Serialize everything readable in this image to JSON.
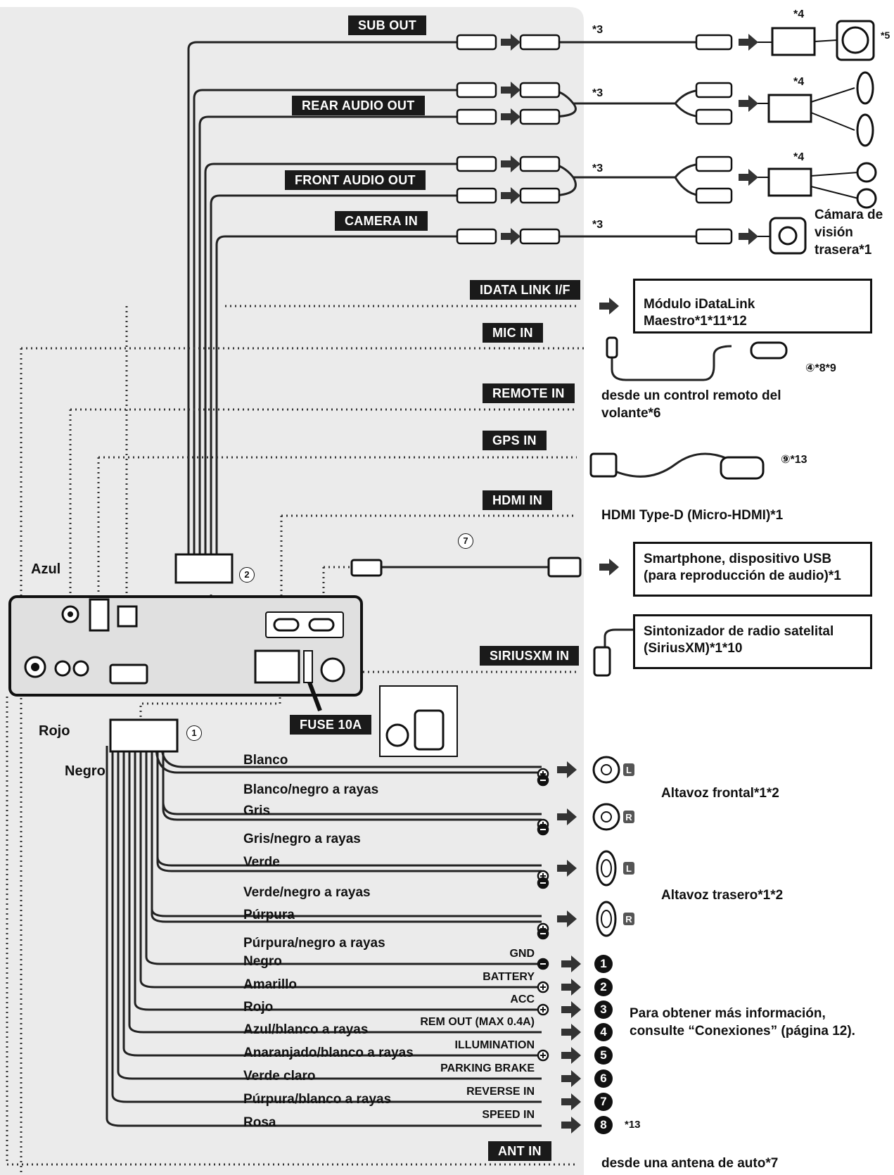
{
  "tags": {
    "sub_out": "SUB OUT",
    "rear_audio_out": "REAR AUDIO OUT",
    "front_audio_out": "FRONT AUDIO OUT",
    "camera_in": "CAMERA IN",
    "idata_link": "IDATA LINK I/F",
    "mic_in": "MIC IN",
    "remote_in": "REMOTE IN",
    "gps_in": "GPS IN",
    "hdmi_in": "HDMI IN",
    "siriusxm_in": "SIRIUSXM IN",
    "fuse": "FUSE 10A",
    "ant_in": "ANT IN"
  },
  "notes": {
    "n3": "*3",
    "n4": "*4",
    "n5": "*5",
    "n13": "*13"
  },
  "devices": {
    "camera": "Cámara de visión trasera*1",
    "idatalink": "Módulo iDataLink Maestro*1*11*12",
    "mic_ref": "④*8*9",
    "steering": "desde un control remoto del volante*6",
    "gps_ref": "⑨*13",
    "hdmi": "HDMI Type-D (Micro-HDMI)*1",
    "usb": "Smartphone, dispositivo USB (para reproducción de audio)*1",
    "sirius": "Sintonizador de radio satelital (SiriusXM)*1*10",
    "antenna": "desde una antena de auto*7"
  },
  "unit_labels": {
    "azul": "Azul",
    "rojo": "Rojo",
    "negro": "Negro",
    "ref1": "1",
    "ref2": "2",
    "ref7": "7"
  },
  "speaker_wires": [
    {
      "name": "Blanco",
      "pol": "+"
    },
    {
      "name": "Blanco/negro a rayas",
      "pol": "−"
    },
    {
      "name": "Gris",
      "pol": "+"
    },
    {
      "name": "Gris/negro a rayas",
      "pol": "−"
    },
    {
      "name": "Verde",
      "pol": "+"
    },
    {
      "name": "Verde/negro a rayas",
      "pol": "−"
    },
    {
      "name": "Púrpura",
      "pol": "+"
    },
    {
      "name": "Púrpura/negro a rayas",
      "pol": "−"
    }
  ],
  "speakers": {
    "front": "Altavoz frontal*1*2",
    "rear": "Altavoz trasero*1*2",
    "L": "L",
    "R": "R"
  },
  "power_wires": [
    {
      "name": "Negro",
      "signal": "GND",
      "num": "1"
    },
    {
      "name": "Amarillo",
      "signal": "BATTERY",
      "num": "2"
    },
    {
      "name": "Rojo",
      "signal": "ACC",
      "num": "3"
    },
    {
      "name": "Azul/blanco a rayas",
      "signal": "REM OUT (MAX 0.4A)",
      "num": "4"
    },
    {
      "name": "Anaranjado/blanco a rayas",
      "signal": "ILLUMINATION",
      "num": "5"
    },
    {
      "name": "Verde claro",
      "signal": "PARKING BRAKE",
      "num": "6"
    },
    {
      "name": "Púrpura/blanco a rayas",
      "signal": "REVERSE IN",
      "num": "7"
    },
    {
      "name": "Rosa",
      "signal": "SPEED IN",
      "num": "8"
    }
  ],
  "more_info": "Para obtener más información, consulte “Conexiones” (página 12)."
}
